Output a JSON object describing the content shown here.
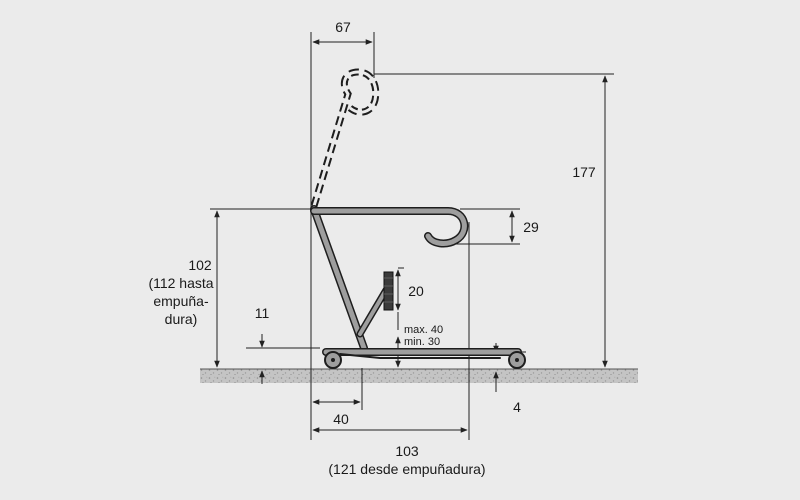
{
  "labels": {
    "width_top": "67",
    "height_total": "177",
    "hook_height": "29",
    "height_frame": "102",
    "height_frame_note_1": "(112 hasta",
    "height_frame_note_2": "empuña-",
    "height_frame_note_3": "dura)",
    "pad_height": "20",
    "ground_clearance_max": "max. 40",
    "ground_clearance_min": "min. 30",
    "base_clearance": "11",
    "base_depth": "40",
    "wheel_height": "4",
    "length_total": "103",
    "length_note": "(121 desde empuñadura)"
  },
  "colors": {
    "background": "#ebebeb",
    "frame_fill": "#9e9e9e",
    "frame_outline": "#1e1e1e",
    "ground": "#bdbdbd",
    "pad": "#3a3a3a",
    "lines": "#222222"
  }
}
